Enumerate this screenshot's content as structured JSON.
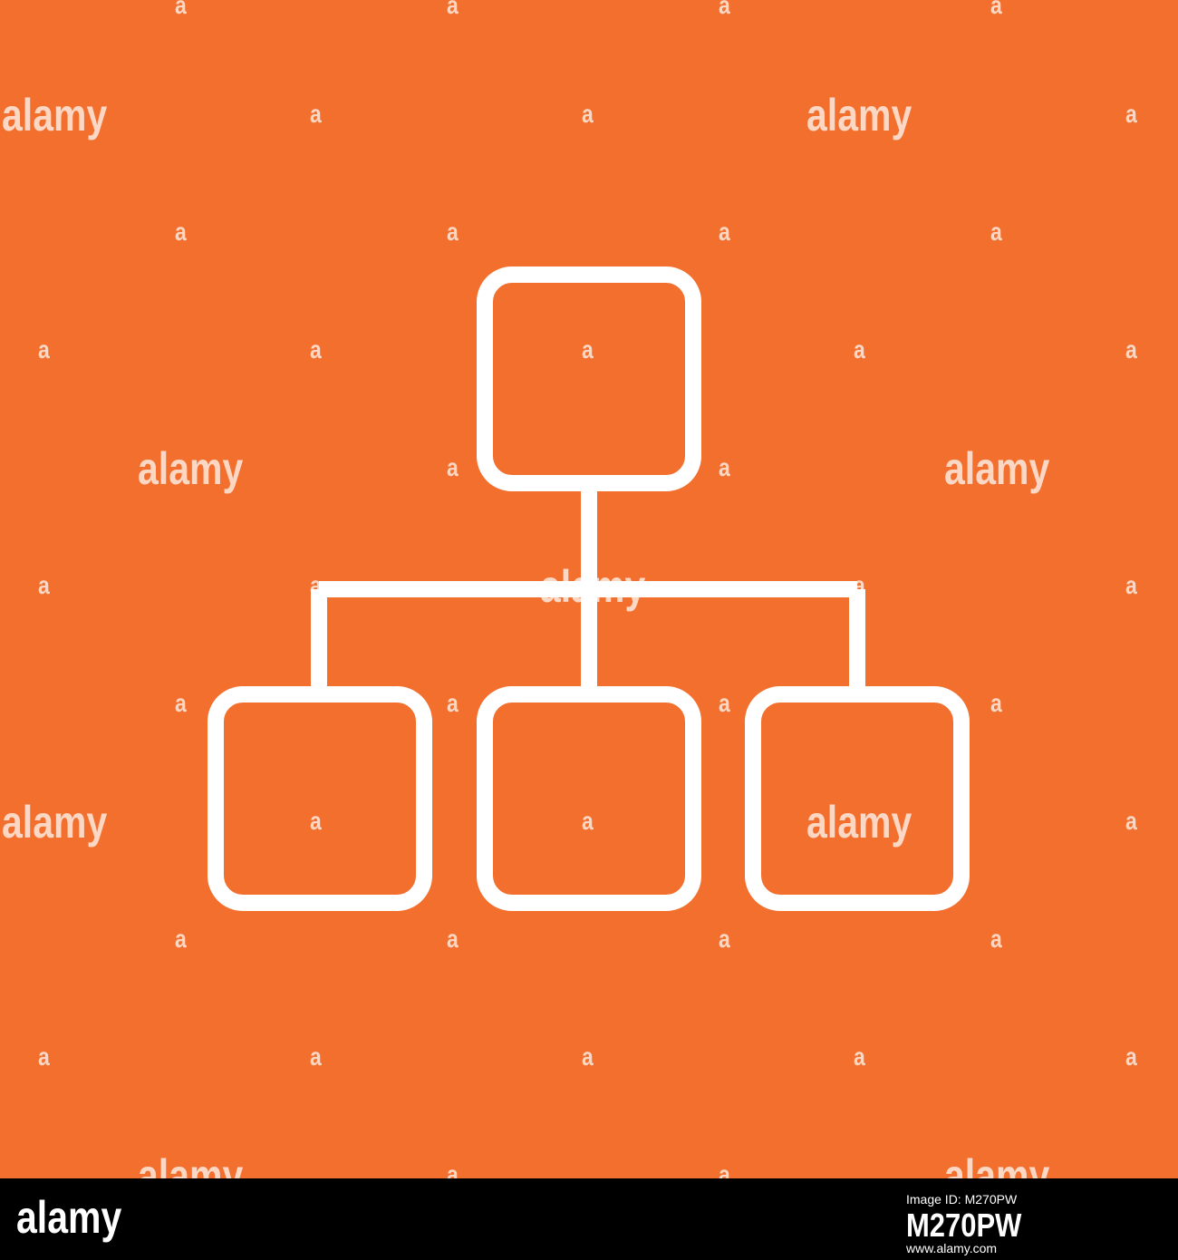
{
  "image": {
    "background_color": "#F26F2E",
    "foreground_color": "#FFFFFF",
    "icon": "hierarchy-icon"
  },
  "diagram": {
    "nodes": [
      {
        "id": "root",
        "label": ""
      },
      {
        "id": "child-left",
        "label": ""
      },
      {
        "id": "child-center",
        "label": ""
      },
      {
        "id": "child-right",
        "label": ""
      }
    ],
    "edges": [
      {
        "from": "root",
        "to": "child-left"
      },
      {
        "from": "root",
        "to": "child-center"
      },
      {
        "from": "root",
        "to": "child-right"
      }
    ]
  },
  "watermark": {
    "big_text": "alamy",
    "small_text": "a"
  },
  "footer": {
    "brand": "alamy",
    "caption": "Image ID: M270PW",
    "image_id": "M270PW",
    "url": "www.alamy.com"
  }
}
